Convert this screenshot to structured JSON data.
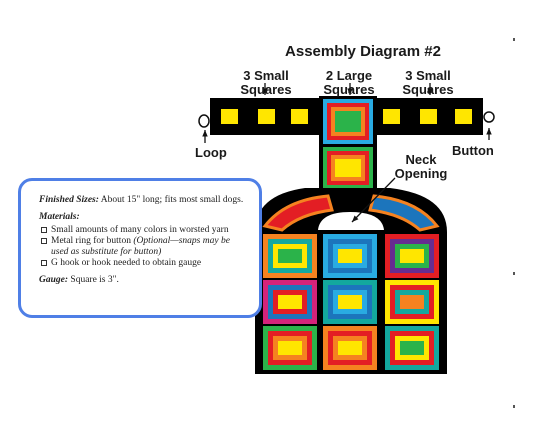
{
  "diagram": {
    "title": "Assembly Diagram #2",
    "labels": {
      "small_left": "3 Small Squares",
      "large": "2 Large Squares",
      "small_right": "3 Small Squares",
      "loop": "Loop",
      "button": "Button",
      "neck": "Neck Opening"
    },
    "colors": {
      "border": "#000000",
      "strip_center": "#ffe600",
      "red": "#e31e24",
      "orange": "#f58220",
      "yellow": "#ffe600",
      "green": "#2bb34a",
      "teal": "#13a89e",
      "blue": "#1c75bc",
      "sky": "#29abe2",
      "purple": "#662d91",
      "magenta": "#d4237a"
    }
  },
  "info": {
    "finished_label": "Finished Sizes:",
    "finished_text": "About 15\" long; fits most small dogs.",
    "materials_label": "Materials:",
    "materials": [
      {
        "text": "Small amounts of many colors in worsted yarn"
      },
      {
        "text": "Metal ring for button",
        "note": "(Optional—snaps may be used as substitute for button)"
      },
      {
        "text": "G hook or hook needed to obtain gauge"
      }
    ],
    "gauge_label": "Gauge:",
    "gauge_text": "Square is 3\"."
  }
}
